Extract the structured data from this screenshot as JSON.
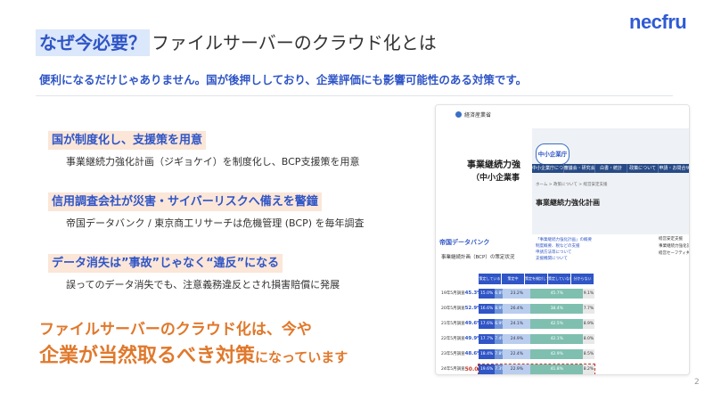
{
  "brand": {
    "logo": "necfru"
  },
  "header": {
    "title_highlight": "なぜ今必要？",
    "title_rest": "ファイルサーバーのクラウド化とは",
    "subtitle": "便利になるだけじゃありません。国が後押ししており、企業評価にも影響可能性のある対策です。"
  },
  "points": [
    {
      "heading": "国が制度化し、支援策を用意",
      "desc": "事業継続力強化計画（ジギョケイ）を制度化し、BCP支援策を用意"
    },
    {
      "heading": "信用調査会社が災害・サイバーリスクへ備えを警鐘",
      "desc": "帝国データバンク / 東京商工リサーチは危機管理 (BCP) を毎年調査"
    },
    {
      "heading": "データ消失は”事故”じゃなく“違反”になる",
      "desc": "誤ってのデータ消失でも、注意義務違反とされ損害賠償に発展"
    }
  ],
  "conclusion": {
    "line1": "ファイルサーバーのクラウド化は、今や",
    "line2_main": "企業が当然取るべき対策",
    "line2_tail": "になっています"
  },
  "page_number": "2",
  "screenshot": {
    "meti": {
      "ministry": "経済産業省",
      "heading1": "事業継続力強",
      "heading2": "（中小企業事",
      "badge": "中小企業庁",
      "nav": [
        "中小企業庁について",
        "審議会・研究会",
        "白書・統計",
        "政策について",
        "申請・お問合せ"
      ],
      "breadcrumb": "ホーム > 政策について > 経営安定支援",
      "page_title": "事業継続力強化計画"
    },
    "tdb": {
      "logo": "帝国データバンク",
      "title": "事業継続計画（BCP）の策定状況",
      "links": [
        "「事業継続力強化計画」の概要",
        "制度概要、税などの支援",
        "申請方法等について",
        "支援機関について"
      ],
      "right_heading": "経営安定支援",
      "right_items": [
        "事業継続力強化計画",
        "経営セーフティ共済"
      ],
      "legend": [
        "策定している",
        "策定中",
        "策定を検討している",
        "策定していない",
        "分からない"
      ],
      "rows": [
        {
          "year": "19年5月調査",
          "rate": "45.3%",
          "segs": [
            "15.0%",
            "6.8%",
            "23.2%",
            "45.7%",
            "9.1%"
          ]
        },
        {
          "year": "20年5月調査",
          "rate": "52.9%",
          "segs": [
            "16.6%",
            "8.9%",
            "26.4%",
            "38.4%",
            "7.7%"
          ]
        },
        {
          "year": "21年5月調査",
          "rate": "49.6%",
          "segs": [
            "17.6%",
            "6.9%",
            "24.1%",
            "42.5%",
            "8.9%"
          ]
        },
        {
          "year": "22年5月調査",
          "rate": "49.9%",
          "segs": [
            "17.7%",
            "7.4%",
            "24.9%",
            "42.1%",
            "8.0%"
          ]
        },
        {
          "year": "23年5月調査",
          "rate": "48.6%",
          "segs": [
            "18.4%",
            "7.8%",
            "22.4%",
            "42.9%",
            "8.5%"
          ]
        },
        {
          "year": "24年5月調査",
          "rate": "50.0%",
          "segs": [
            "19.6%",
            "7.3%",
            "22.9%",
            "41.8%",
            "8.2%"
          ]
        }
      ]
    }
  }
}
